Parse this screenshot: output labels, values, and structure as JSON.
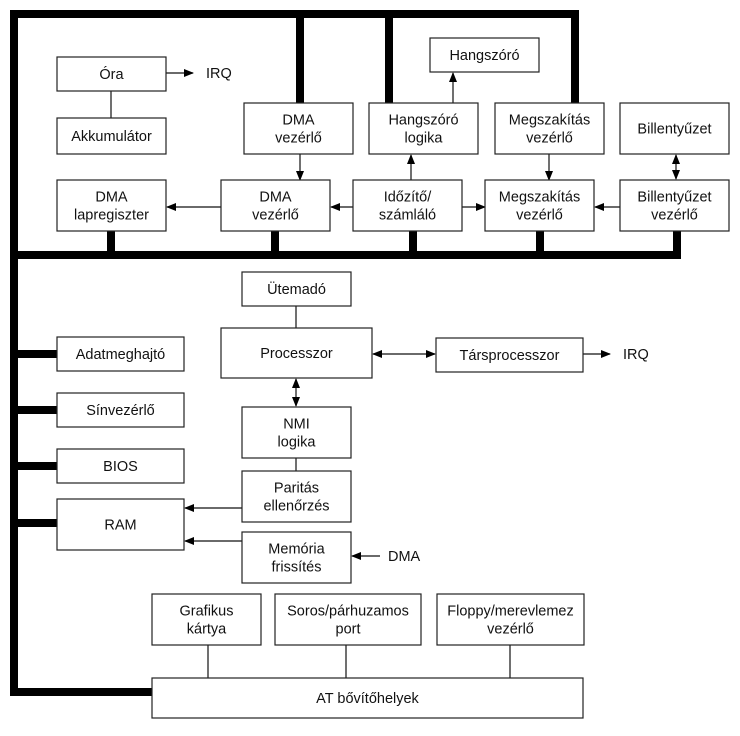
{
  "boxes": {
    "ora": [
      "Óra"
    ],
    "akkumulator": [
      "Akkumulátor"
    ],
    "dma_vezerlo_top": [
      "DMA",
      "vezérlő"
    ],
    "dma_lapregiszter": [
      "DMA",
      "lapregiszter"
    ],
    "dma_vezerlo": [
      "DMA",
      "vezérlő"
    ],
    "idozito": [
      "Időzítő/",
      "számláló"
    ],
    "hangszoro": [
      "Hangszóró"
    ],
    "hangszoro_logika": [
      "Hangszóró",
      "logika"
    ],
    "megszakitas_top": [
      "Megszakítás",
      "vezérlő"
    ],
    "billentyuzet": [
      "Billentyűzet"
    ],
    "megszakitas": [
      "Megszakítás",
      "vezérlő"
    ],
    "billentyuzet_vezerlo": [
      "Billentyűzet",
      "vezérlő"
    ],
    "utemado": [
      "Ütemadó"
    ],
    "processzor": [
      "Processzor"
    ],
    "tarsprocesszor": [
      "Társprocesszor"
    ],
    "nmi": [
      "NMI",
      "logika"
    ],
    "paritas": [
      "Paritás",
      "ellenőrzés"
    ],
    "memoria": [
      "Memória",
      "frissítés"
    ],
    "adatmeghajto": [
      "Adatmeghajtó"
    ],
    "sinvezerlo": [
      "Sínvezérlő"
    ],
    "bios": [
      "BIOS"
    ],
    "ram": [
      "RAM"
    ],
    "grafikus": [
      "Grafikus",
      "kártya"
    ],
    "soros": [
      "Soros/párhuzamos",
      "port"
    ],
    "floppy": [
      "Floppy/merevlemez",
      "vezérlő"
    ],
    "at": [
      "AT bővítőhelyek"
    ]
  },
  "labels": {
    "irq_ora": "IRQ",
    "irq_tars": "IRQ",
    "dma_in": "DMA"
  }
}
